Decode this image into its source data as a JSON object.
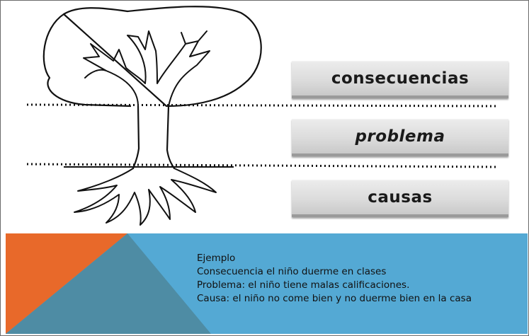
{
  "diagram": {
    "labels": {
      "consecuencias": "consecuencias",
      "problema": "problema",
      "causas": "causas"
    }
  },
  "example": {
    "heading": "Ejemplo",
    "consecuencia": "Consecuencia el niño duerme en clases",
    "problema": "Problema: el niño tiene malas calificaciones.",
    "causa": "Causa: el niño no come bien y no duerme bien en la casa"
  },
  "colors": {
    "band_blue": "#54a9d4",
    "triangle_orange": "#e8692a",
    "triangle_slate": "#4e8ca4",
    "label_bar": "#dcdcdc",
    "ink": "#111111"
  }
}
